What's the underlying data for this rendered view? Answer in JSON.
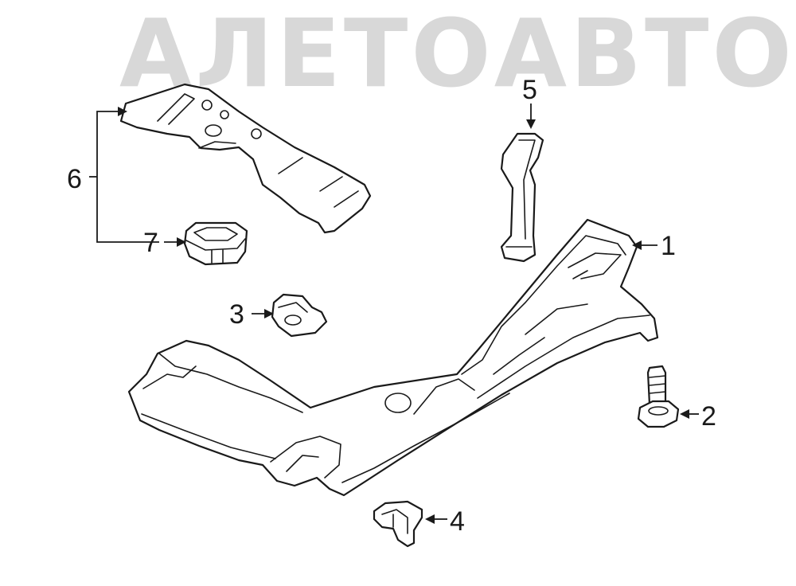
{
  "watermark": {
    "text": "АЛЕТОАВТО",
    "color": "#d8d8d8"
  },
  "line_color": "#1a1a1a",
  "callouts": [
    "1",
    "2",
    "3",
    "4",
    "5",
    "6",
    "7"
  ]
}
